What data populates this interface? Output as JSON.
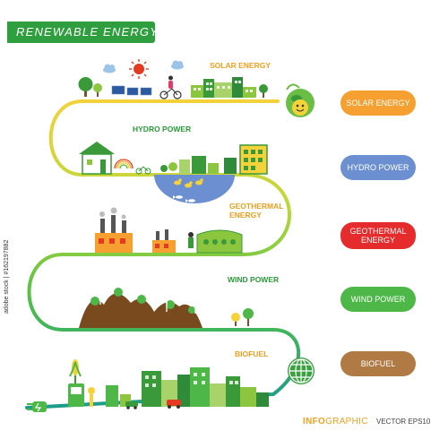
{
  "title": "RENEWABLE ENERGY",
  "sections": {
    "solar": {
      "label": "SOLAR ENERGY",
      "color": "#f0a020"
    },
    "hydro": {
      "label": "HYDRO POWER",
      "color": "#2a9a3a"
    },
    "geothermal": {
      "label": "GEOTHERMAL ENERGY",
      "label_line1": "GEOTHERMAL",
      "label_line2": "ENERGY",
      "color": "#e8a020"
    },
    "wind": {
      "label": "WIND POWER",
      "color": "#2a9a3a"
    },
    "biofuel": {
      "label": "BIOFUEL",
      "color": "#e8a020"
    }
  },
  "pills": {
    "solar": {
      "label": "SOLAR ENERGY",
      "color": "#f5a030"
    },
    "hydro": {
      "label": "HYDRO POWER",
      "color": "#6b8fd0"
    },
    "geothermal": {
      "label_line1": "GEOTHERMAL",
      "label_line2": "ENERGY",
      "color": "#e52b2b"
    },
    "wind": {
      "label": "WIND POWER",
      "color": "#4db848"
    },
    "biofuel": {
      "label": "BIOFUEL",
      "color": "#b07a45"
    }
  },
  "footer": {
    "info_highlight": "INFO",
    "info_rest": "GRAPHIC",
    "vector": "VECTOR EPS10"
  },
  "watermark": "adobe stock | #162197882",
  "icons": [
    "sun-icon",
    "cloud-icon",
    "tree-icon",
    "solar-panel-icon",
    "cyclist-icon",
    "building-icon",
    "lightbulb-globe-icon",
    "house-icon",
    "rainbow-icon",
    "bicycle-icon",
    "duck-icon",
    "fish-icon",
    "factory-icon",
    "greenhouse-icon",
    "farmer-icon",
    "wind-turbine-icon",
    "globe-icon",
    "plug-icon",
    "corn-icon",
    "fuel-pump-icon",
    "car-icon"
  ]
}
